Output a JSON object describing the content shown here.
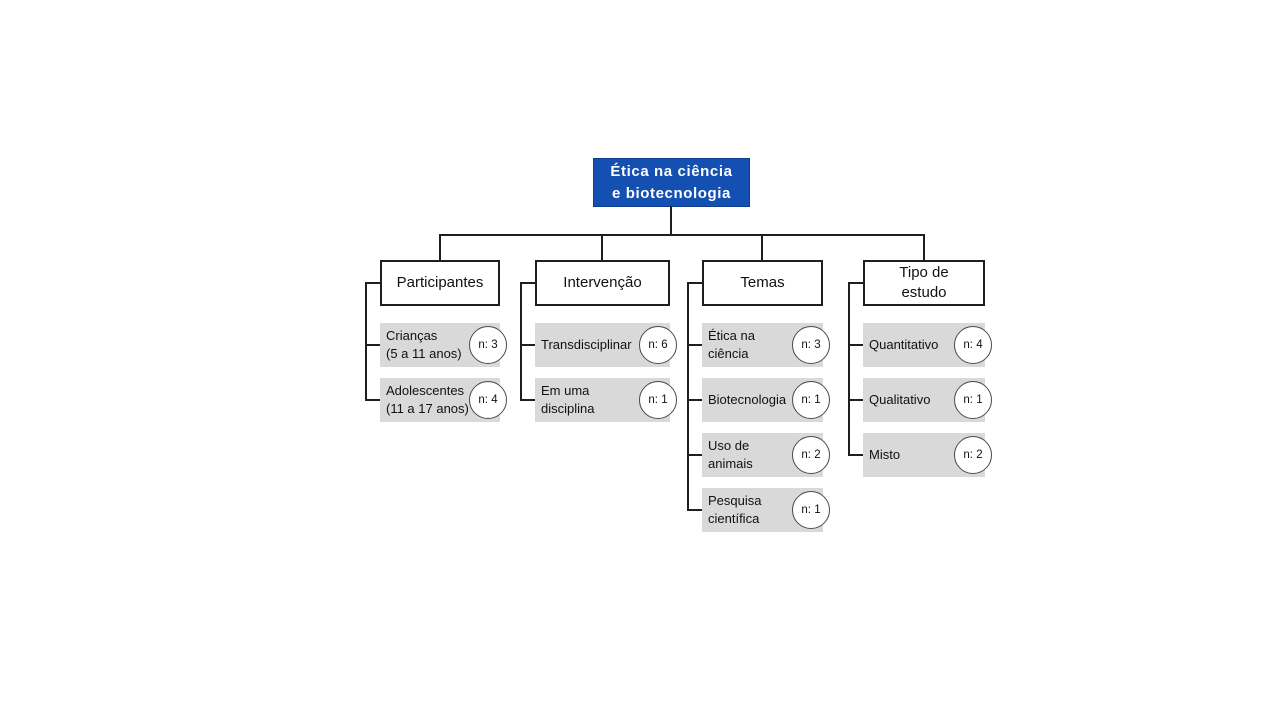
{
  "diagram": {
    "root": {
      "label": "Ética na ciência\ne biotecnologia"
    },
    "branches": [
      {
        "header": "Participantes",
        "children": [
          {
            "label": "Crianças\n(5 a 11 anos)",
            "count": "n: 3"
          },
          {
            "label": "Adolescentes\n(11 a 17 anos)",
            "count": "n: 4"
          }
        ]
      },
      {
        "header": "Intervenção",
        "children": [
          {
            "label": "Transdisciplinar",
            "count": "n: 6"
          },
          {
            "label": "Em uma\ndisciplina",
            "count": "n: 1"
          }
        ]
      },
      {
        "header": "Temas",
        "children": [
          {
            "label": "Ética na\nciência",
            "count": "n: 3"
          },
          {
            "label": "Biotecnologia",
            "count": "n: 1"
          },
          {
            "label": "Uso de\nanimais",
            "count": "n: 2"
          },
          {
            "label": "Pesquisa\ncientífica",
            "count": "n: 1"
          }
        ]
      },
      {
        "header": "Tipo de\nestudo",
        "children": [
          {
            "label": "Quantitativo",
            "count": "n: 4"
          },
          {
            "label": "Qualitativo",
            "count": "n: 1"
          },
          {
            "label": "Misto",
            "count": "n: 2"
          }
        ]
      }
    ],
    "colors": {
      "root_bg": "#1450b2",
      "root_text": "#ffffff",
      "leaf_bg": "#d9d9d9",
      "line": "#1f1f1f"
    }
  }
}
